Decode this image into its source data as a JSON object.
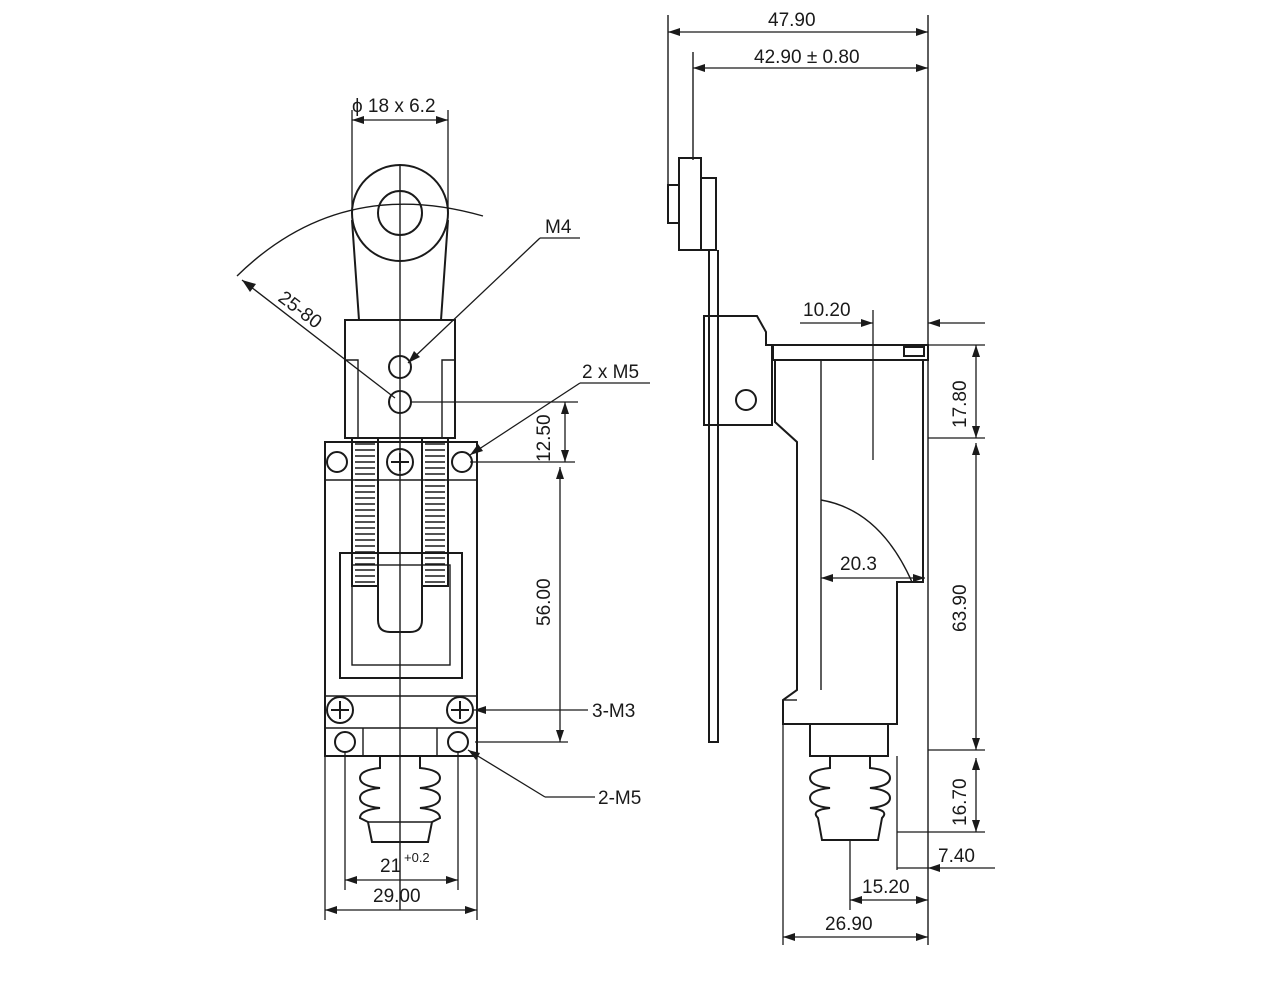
{
  "front_view": {
    "roller_dia": "ϕ 18 x 6.2",
    "arm_range": "25-80",
    "m4": "M4",
    "two_m5_top": "2 x M5",
    "dim_12_50": "12.50",
    "dim_56_00": "56.00",
    "three_m3": "3-M3",
    "two_m5_bottom": "2-M5",
    "dim_21": "21",
    "dim_21_tol": "+0.2",
    "dim_29_00": "29.00"
  },
  "side_view": {
    "dim_47_90": "47.90",
    "dim_42_90": "42.90 ± 0.80",
    "dim_10_20": "10.20",
    "dim_17_80": "17.80",
    "dim_20_3": "20.3",
    "dim_63_90": "63.90",
    "dim_16_70": "16.70",
    "dim_7_40": "7.40",
    "dim_15_20": "15.20",
    "dim_26_90": "26.90"
  }
}
